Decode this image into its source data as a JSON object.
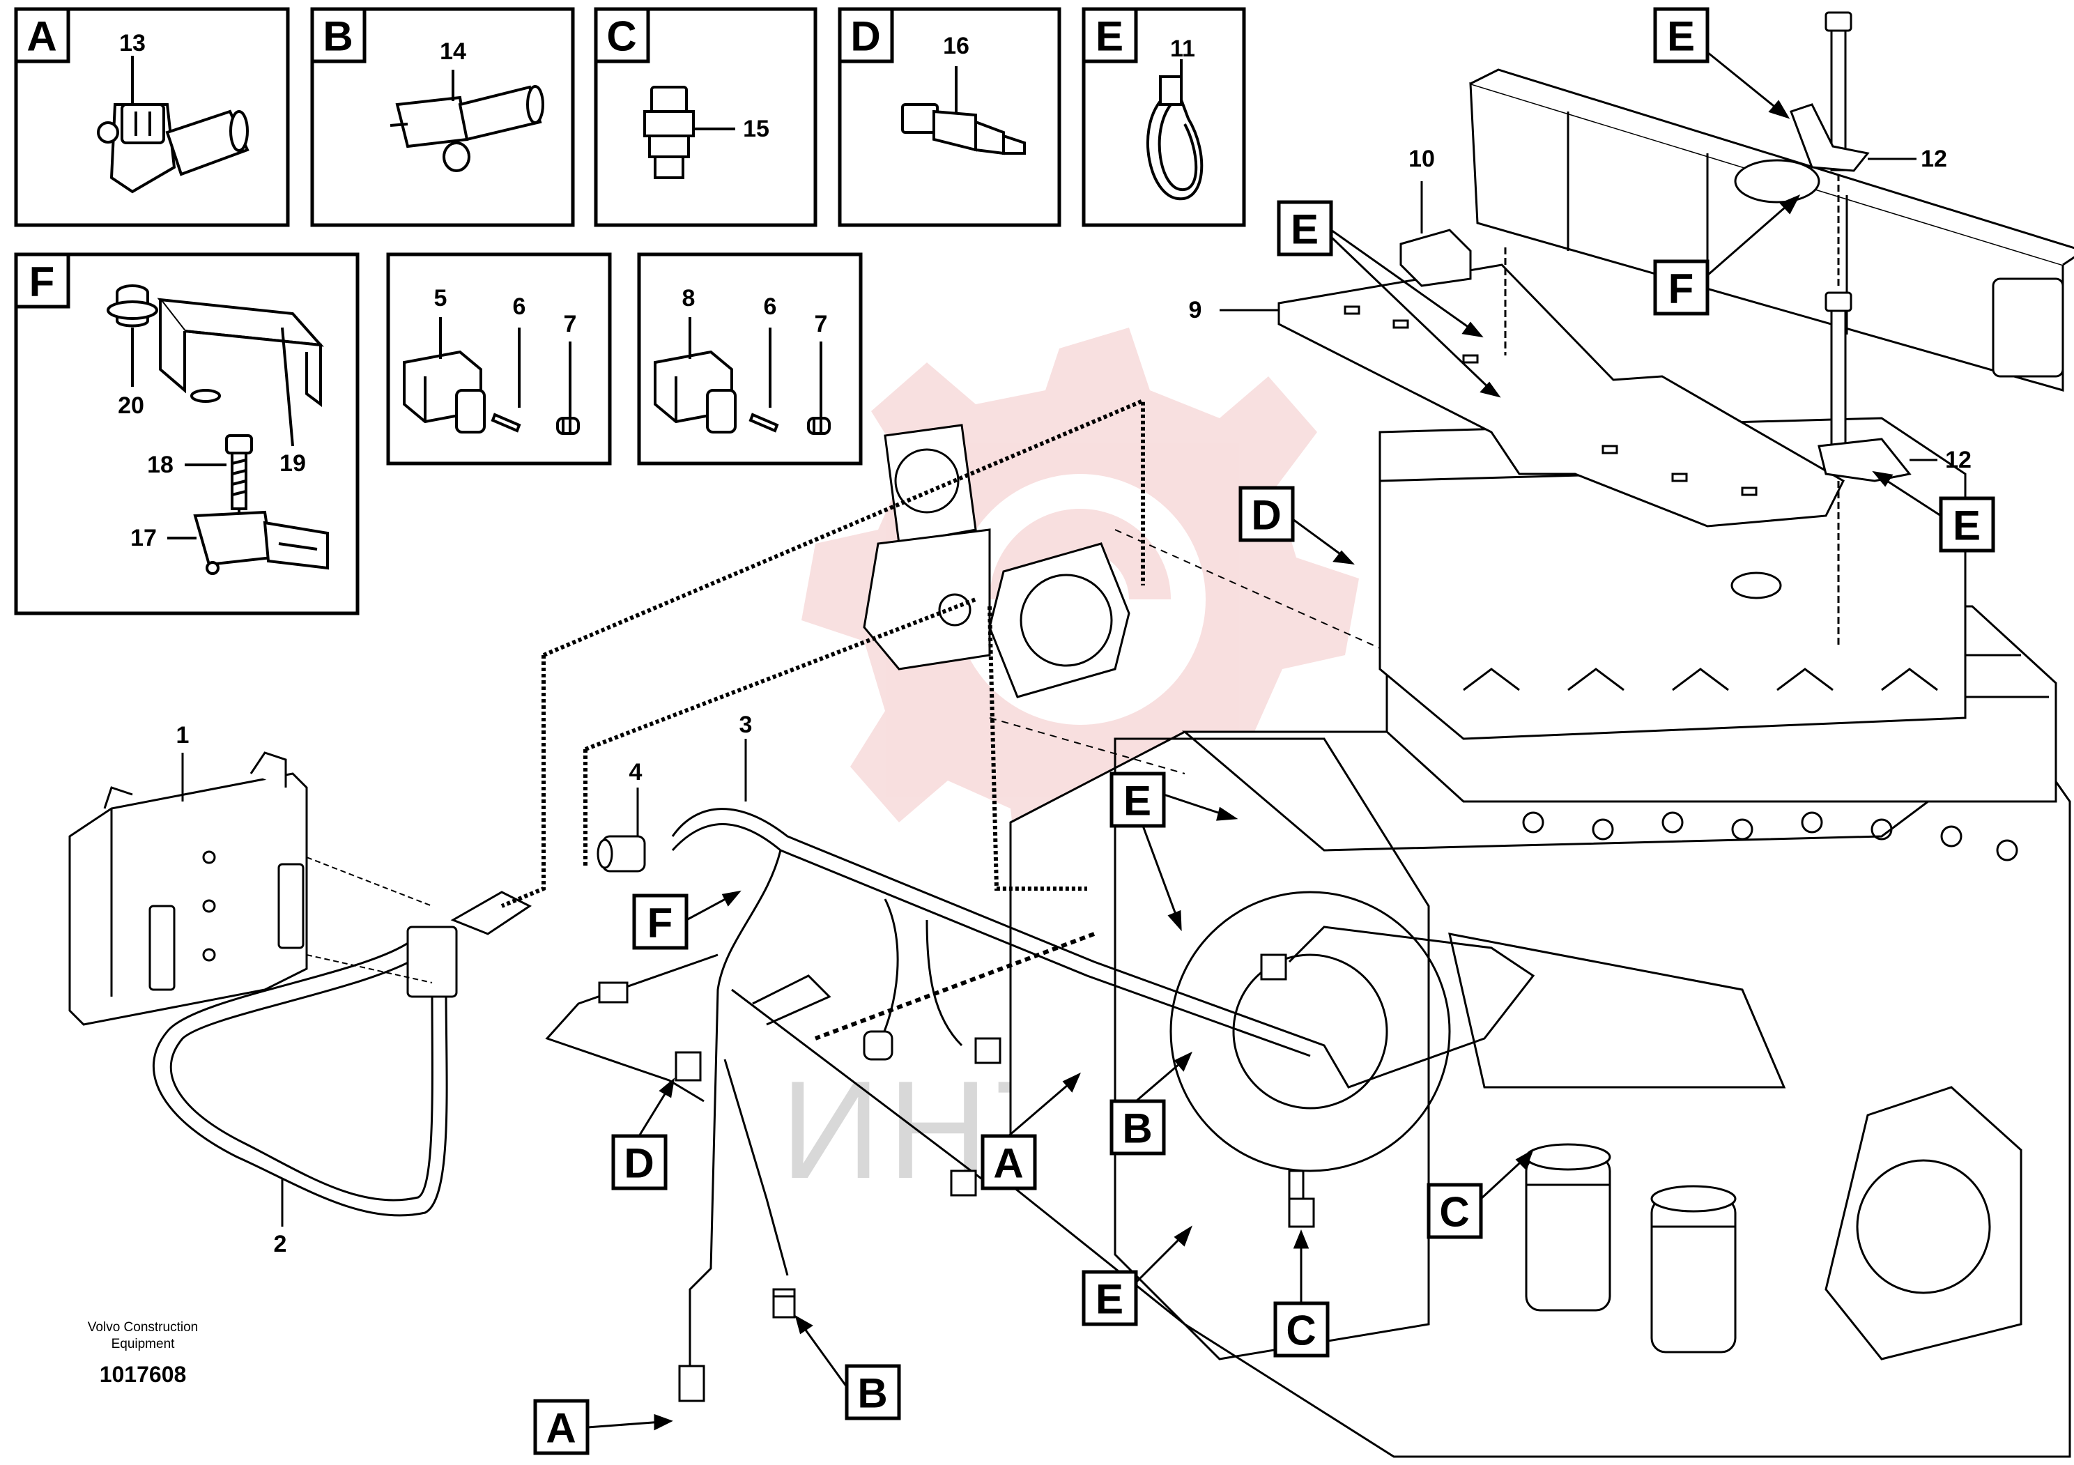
{
  "diagram": {
    "panels": [
      {
        "letter": "A",
        "parts": [
          "13"
        ]
      },
      {
        "letter": "B",
        "parts": [
          "14"
        ]
      },
      {
        "letter": "C",
        "parts": [
          "15"
        ]
      },
      {
        "letter": "D",
        "parts": [
          "16"
        ]
      },
      {
        "letter": "E",
        "parts": [
          "11"
        ]
      },
      {
        "letter": "F",
        "parts": [
          "20",
          "19",
          "18",
          "17"
        ]
      },
      {
        "letter": "",
        "parts": [
          "5",
          "6",
          "7"
        ]
      },
      {
        "letter": "",
        "parts": [
          "8",
          "6",
          "7"
        ]
      }
    ],
    "callouts": [
      "A",
      "B",
      "C",
      "D",
      "E",
      "F"
    ],
    "part_numbers": [
      "1",
      "2",
      "3",
      "4",
      "9",
      "10",
      "12"
    ],
    "credit_line1": "Volvo Construction",
    "credit_line2": "Equipment",
    "document_number": "1017608",
    "watermark_text": "ИНТЕХ",
    "colors": {
      "line": "#000000",
      "watermark": "#f3c6c6",
      "background": "#ffffff"
    }
  }
}
